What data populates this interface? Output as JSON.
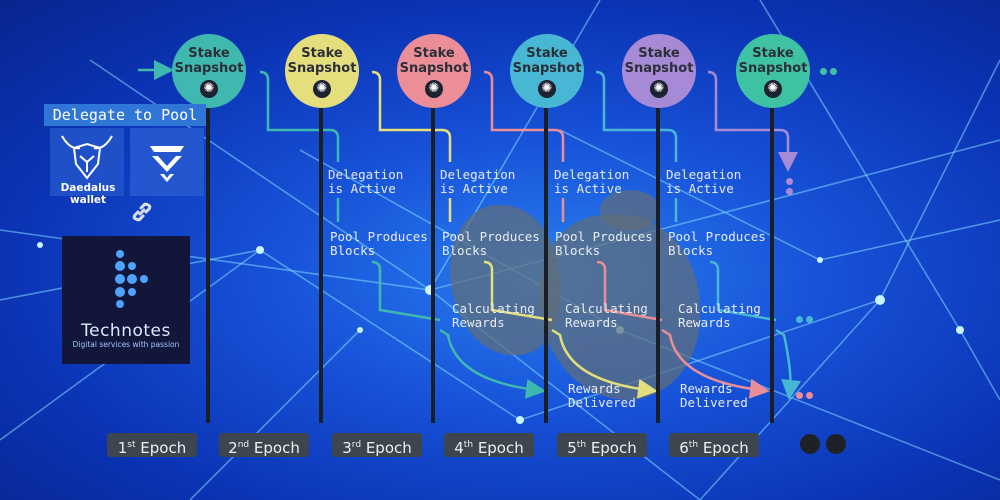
{
  "snapshots": [
    {
      "line1": "Stake",
      "line2": "Snapshot",
      "color": "#3fb8b0",
      "icon": "aperture-icon"
    },
    {
      "line1": "Stake",
      "line2": "Snapshot",
      "color": "#e4de7c",
      "icon": "aperture-icon"
    },
    {
      "line1": "Stake",
      "line2": "Snapshot",
      "color": "#eb8e98",
      "icon": "aperture-icon"
    },
    {
      "line1": "Stake",
      "line2": "Snapshot",
      "color": "#48b7d3",
      "icon": "aperture-icon"
    },
    {
      "line1": "Stake",
      "line2": "Snapshot",
      "color": "#a78ad6",
      "icon": "aperture-icon"
    },
    {
      "line1": "Stake",
      "line2": "Snapshot",
      "color": "#3fc2a4",
      "icon": "aperture-icon"
    }
  ],
  "stages": {
    "delegation": "Delegation\nis Active",
    "produces": "Pool Produces\nBlocks",
    "calculating": "Calculating\nRewards",
    "delivered": "Rewards\nDelivered"
  },
  "epochs": [
    {
      "num": "1",
      "suffix": "st",
      "word": "Epoch"
    },
    {
      "num": "2",
      "suffix": "nd",
      "word": "Epoch"
    },
    {
      "num": "3",
      "suffix": "rd",
      "word": "Epoch"
    },
    {
      "num": "4",
      "suffix": "th",
      "word": "Epoch"
    },
    {
      "num": "5",
      "suffix": "th",
      "word": "Epoch"
    },
    {
      "num": "6",
      "suffix": "th",
      "word": "Epoch"
    }
  ],
  "delegate": {
    "title": "Delegate to Pool",
    "daedalus_caption": "Daedalus wallet",
    "daedalus_icon": "daedalus-logo-icon",
    "yoroi_icon": "yoroi-logo-icon",
    "link_icon": "chain-link-icon"
  },
  "technotes": {
    "name": "Technotes",
    "tagline": "Digital services with passion",
    "logo_icon": "technotes-logo-icon"
  },
  "colors": {
    "teal": "#3fb8b0",
    "yellow": "#e4de7c",
    "pink": "#eb8e98",
    "blue": "#48b7d3",
    "purple": "#a78ad6",
    "green": "#3fc2a4",
    "epoch_bg": "#3d464f"
  }
}
